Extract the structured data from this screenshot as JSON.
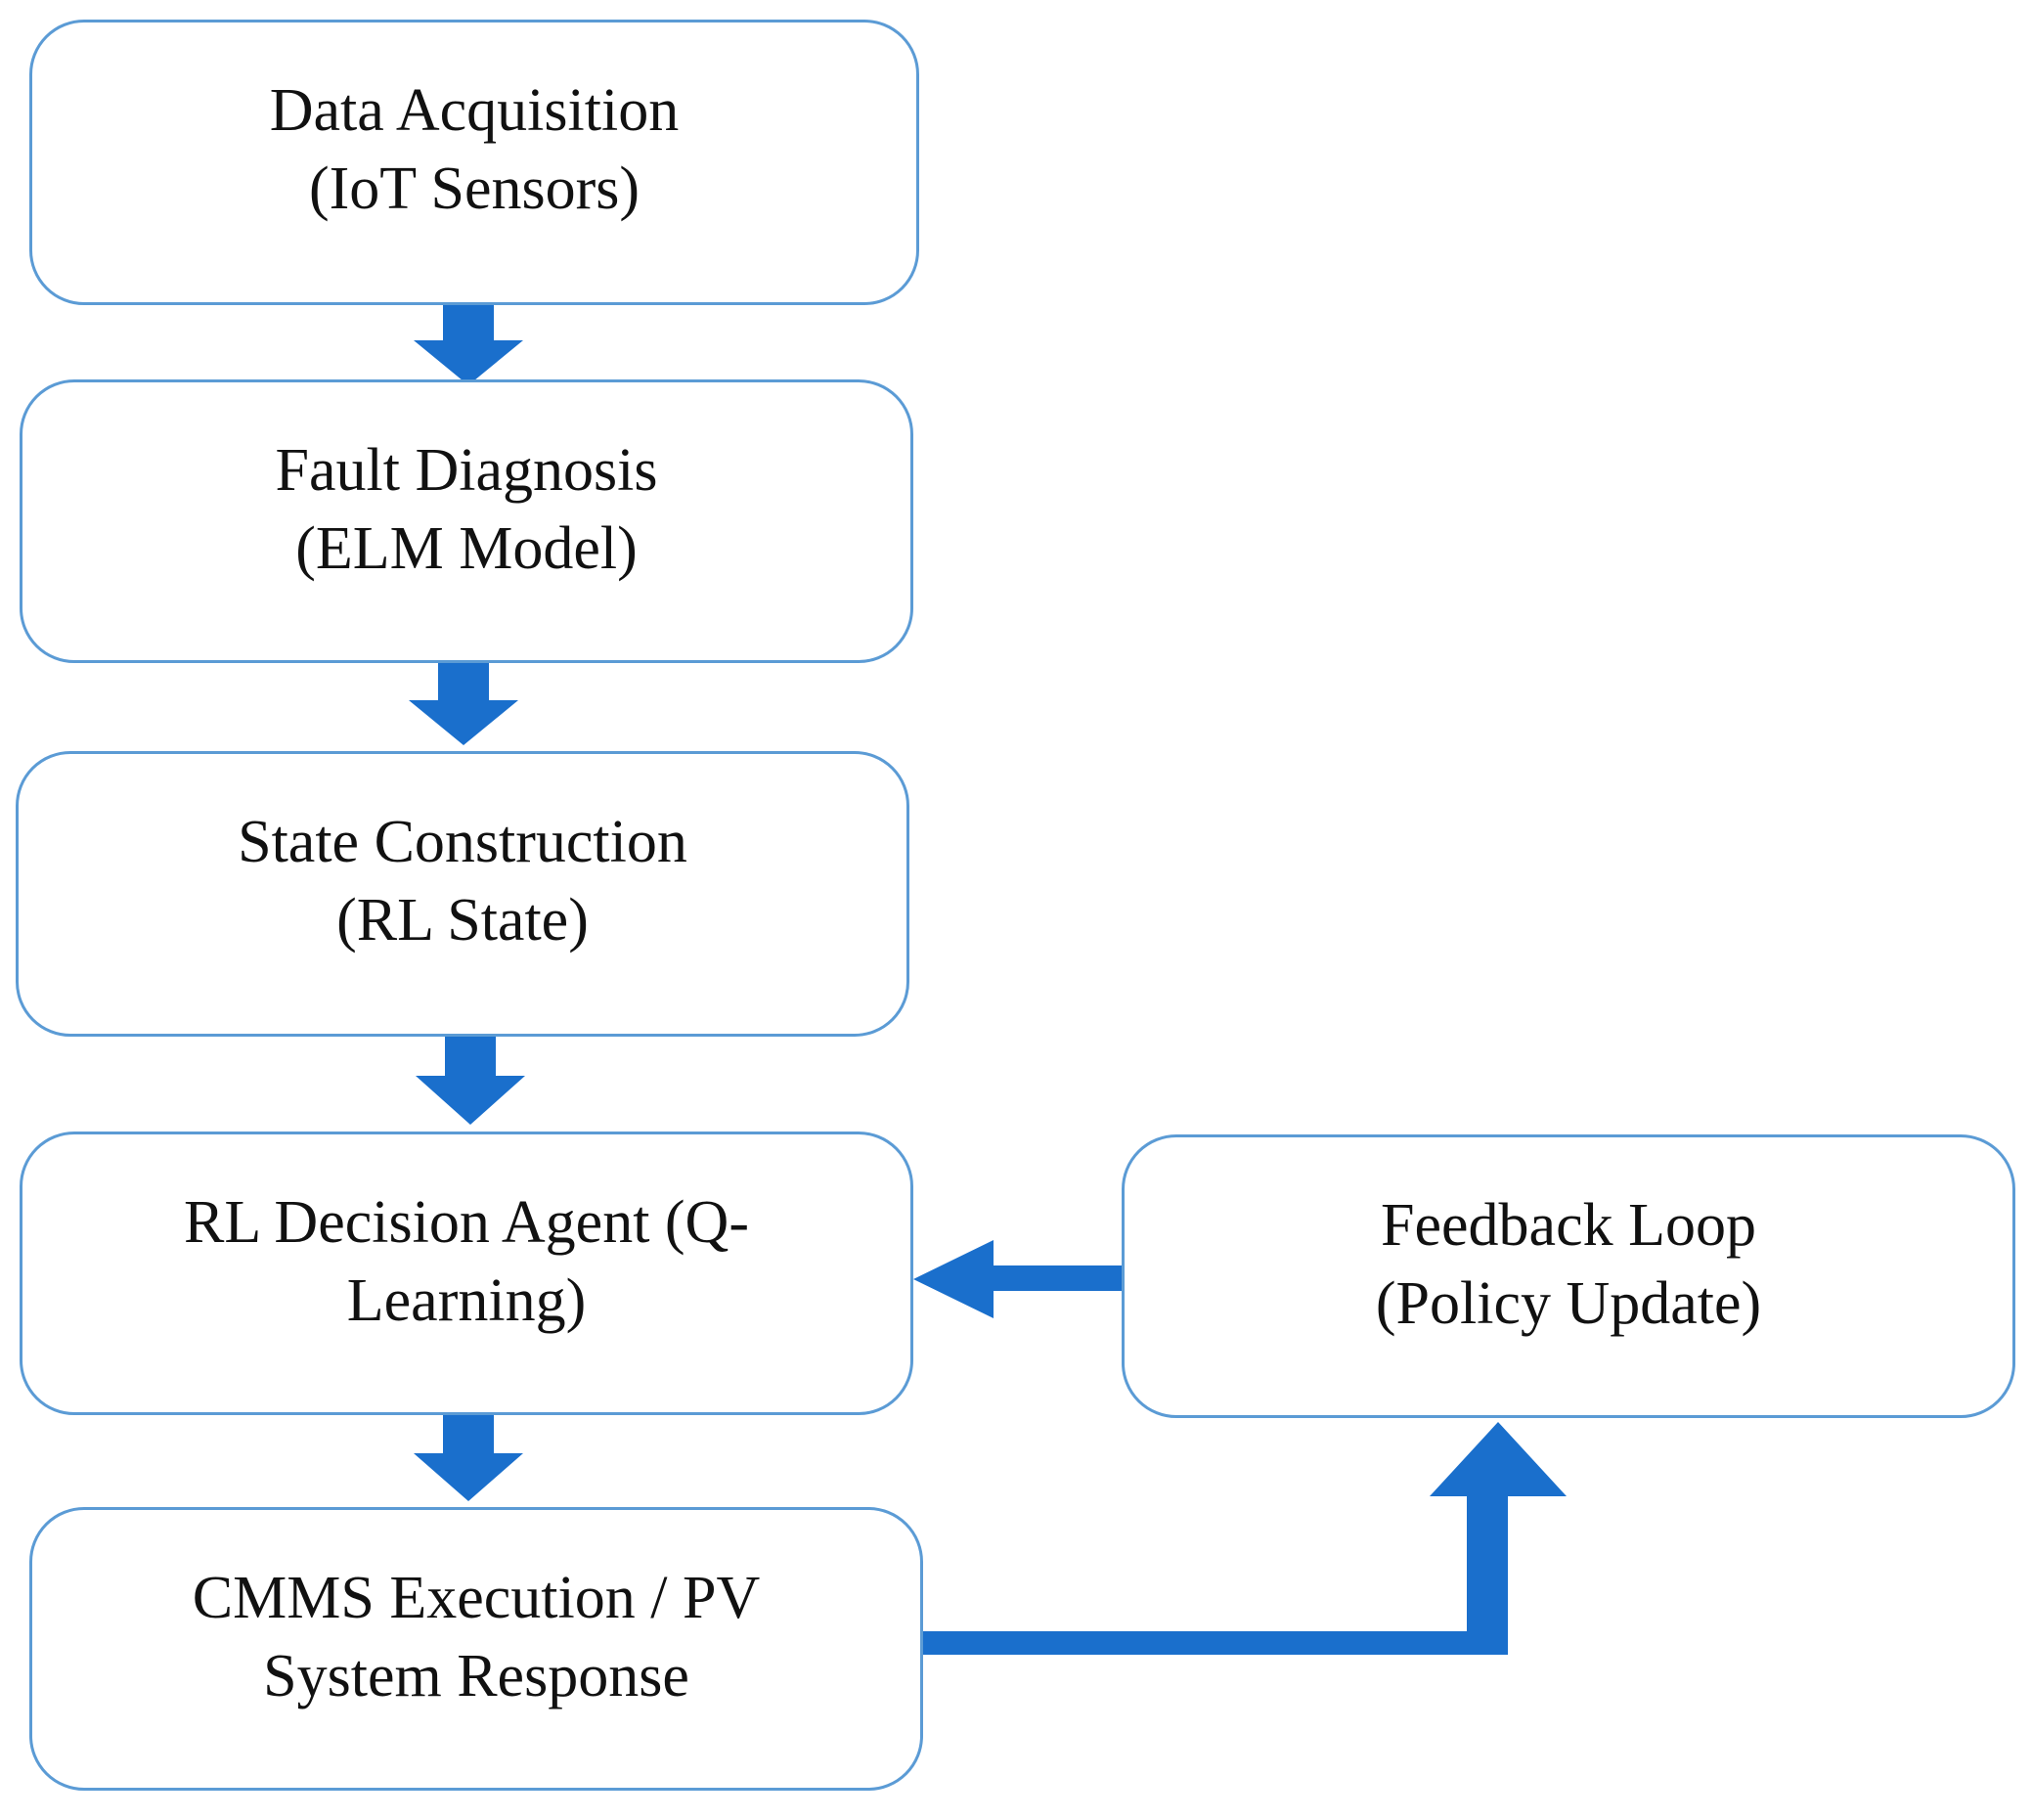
{
  "colors": {
    "arrow": "#1a6fcc",
    "box_border": "#5b9bd5",
    "text": "#111111",
    "background": "#ffffff"
  },
  "nodes": {
    "data_acquisition": {
      "line1": "Data Acquisition",
      "line2": "(IoT Sensors)"
    },
    "fault_diagnosis": {
      "line1": "Fault Diagnosis",
      "line2": "(ELM Model)"
    },
    "state_construction": {
      "line1": "State Construction",
      "line2": "(RL State)"
    },
    "rl_decision_agent": {
      "line1": "RL Decision Agent (Q-",
      "line2": "Learning)"
    },
    "cmms_execution": {
      "line1": "CMMS Execution / PV",
      "line2": "System Response"
    },
    "feedback_loop": {
      "line1": "Feedback Loop",
      "line2": "(Policy Update)"
    }
  },
  "edges": [
    {
      "from": "data_acquisition",
      "to": "fault_diagnosis"
    },
    {
      "from": "fault_diagnosis",
      "to": "state_construction"
    },
    {
      "from": "state_construction",
      "to": "rl_decision_agent"
    },
    {
      "from": "rl_decision_agent",
      "to": "cmms_execution"
    },
    {
      "from": "cmms_execution",
      "to": "feedback_loop"
    },
    {
      "from": "feedback_loop",
      "to": "rl_decision_agent"
    }
  ]
}
